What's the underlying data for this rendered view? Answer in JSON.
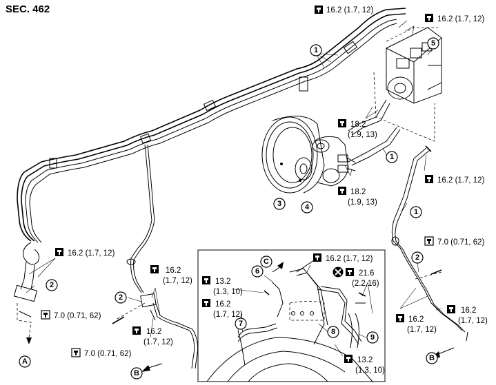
{
  "section": "SEC. 462",
  "torques": {
    "t1": "16.2 (1.7, 12)",
    "t2": "16.2 (1.7, 12)",
    "t3a": "18.2",
    "t3b": "(1.9, 13)",
    "t4a": "18.2",
    "t4b": "(1.9, 13)",
    "t5": "16.2 (1.7, 12)",
    "t6": "16.2 (1.7, 12)",
    "t7": "7.0 (0.71, 62)",
    "t8": "7.0 (0.71, 62)",
    "t9a": "16.2",
    "t9b": "(1.7, 12)",
    "t10": "7.0 (0.71, 62)",
    "t11a": "16.2",
    "t11b": "(1.7, 12)",
    "t12a": "16.2",
    "t12b": "(1.7, 12)",
    "t13a": "16.2",
    "t13b": "(1.7, 12)",
    "t14a": "13.2",
    "t14b": "(1.3, 10)",
    "t15a": "16.2",
    "t15b": "(1.7, 12)",
    "t16": "16.2 (1.7, 12)",
    "t17a": "21.6",
    "t17b": "(2.2,16)",
    "t18a": "13.2",
    "t18b": "(1.3, 10)"
  },
  "callouts": {
    "c1a": "1",
    "c1b": "1",
    "c1c": "1",
    "c2a": "2",
    "c2b": "2",
    "c2c": "2",
    "c3": "3",
    "c4": "4",
    "c5": "5",
    "c6": "6",
    "c7": "7",
    "c8": "8",
    "c9": "9",
    "refA": "A",
    "refB1": "B",
    "refB2": "B",
    "refC": "C"
  },
  "icons": [
    "torque-wrench-icon",
    "do-not-reuse-icon",
    "view-arrow-icon"
  ]
}
